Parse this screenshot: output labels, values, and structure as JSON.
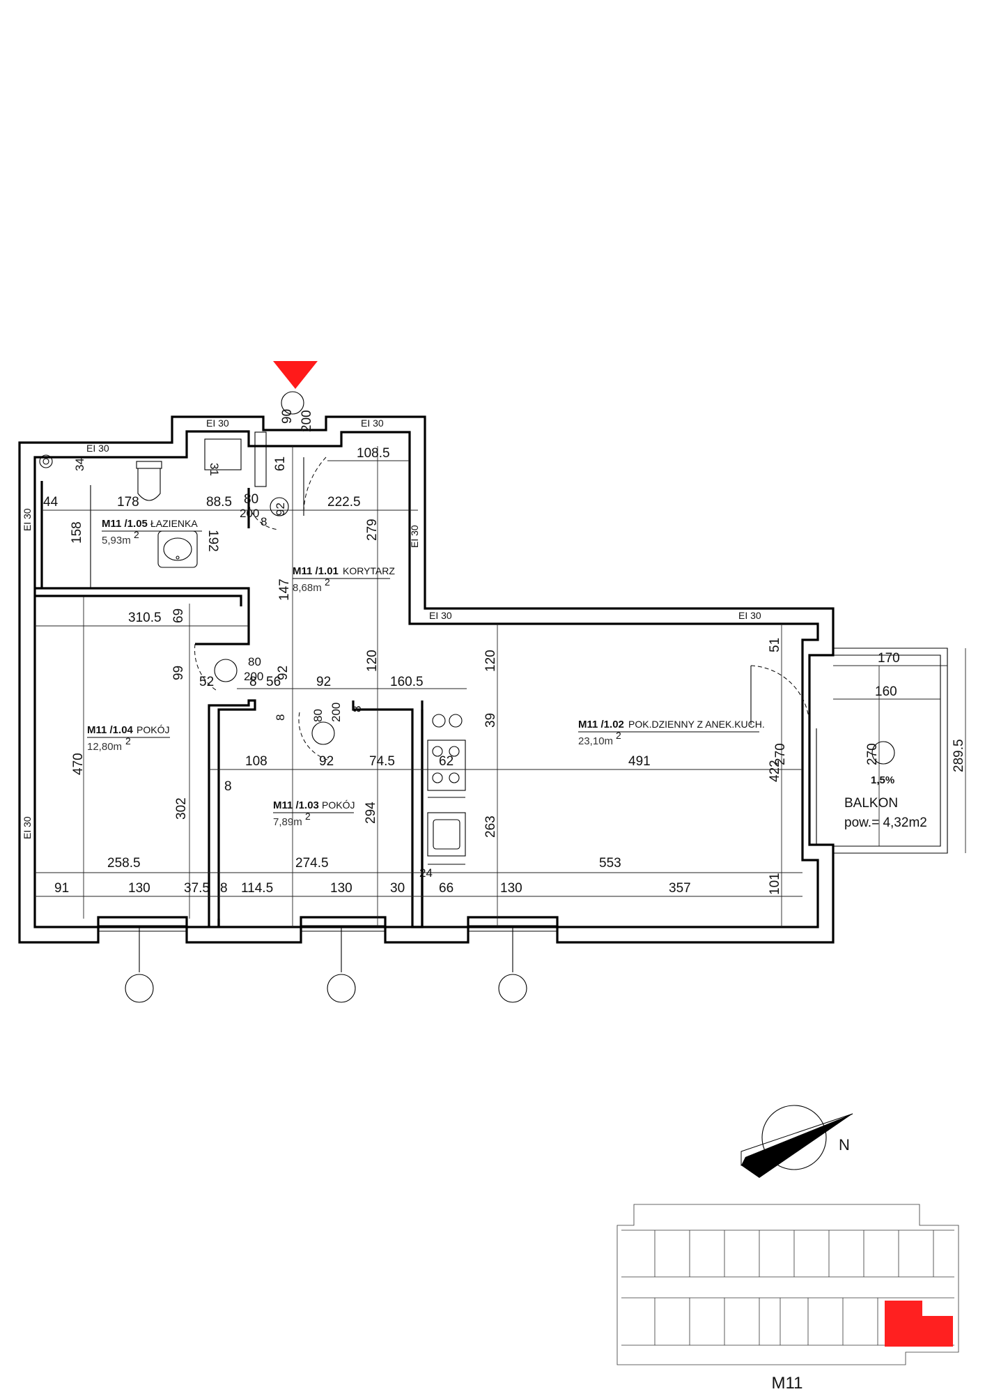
{
  "rooms": [
    {
      "id": "M11 /1.05",
      "name": "ŁAZIENKA",
      "area": "5,93m",
      "sup": "2"
    },
    {
      "id": "M11 /1.01",
      "name": "KORYTARZ",
      "area": "8,68m",
      "sup": "2"
    },
    {
      "id": "M11 /1.04",
      "name": "POKÓJ",
      "area": "12,80m",
      "sup": "2"
    },
    {
      "id": "M11 /1.03",
      "name": "POKÓJ",
      "area": "7,89m",
      "sup": "2"
    },
    {
      "id": "M11 /1.02",
      "name": "POK.DZIENNY Z ANEK.KUCH.",
      "area": "23,10m",
      "sup": "2"
    }
  ],
  "balcony": {
    "label": "BALKON",
    "area": "pow.= 4,32m2",
    "slope": "1,5%"
  },
  "fire_rating": "EI 30",
  "dimensions": [
    "90",
    "200",
    "61",
    "108.5",
    "31",
    "34",
    "44",
    "178",
    "88.5",
    "80",
    "200",
    "92",
    "222.5",
    "8",
    "158",
    "192",
    "279",
    "147",
    "310.5",
    "69",
    "99",
    "80",
    "200",
    "52",
    "8",
    "56",
    "92",
    "92",
    "160.5",
    "120",
    "120",
    "39",
    "8",
    "80",
    "200",
    "8",
    "51",
    "170",
    "160",
    "470",
    "108",
    "92",
    "74.5",
    "62",
    "491",
    "422",
    "270",
    "270",
    "289.5",
    "8",
    "294",
    "263",
    "302",
    "258.5",
    "274.5",
    "553",
    "91",
    "130",
    "37.5",
    "8",
    "114.5",
    "130",
    "30",
    "24",
    "66",
    "130",
    "357",
    "101"
  ],
  "compass": {
    "label": "N"
  },
  "key_plan": {
    "label": "M11"
  },
  "colors": {
    "entrance_marker": "#ff1a1a",
    "highlight": "#ff2020"
  }
}
